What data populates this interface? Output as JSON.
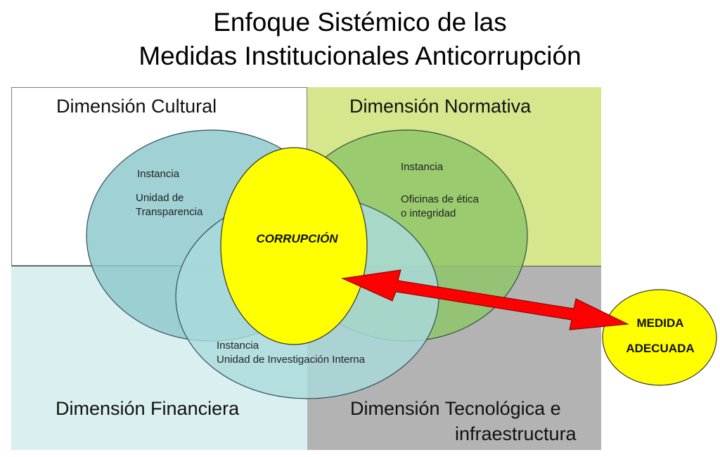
{
  "title": {
    "line1": "Enfoque Sistémico de las",
    "line2": "Medidas Institucionales Anticorrupción"
  },
  "dimensions": {
    "cultural": "Dimensión Cultural",
    "normativa": "Dimensión Normativa",
    "financiera": "Dimensión Financiera",
    "tecnologica_line1": "Dimensión Tecnológica e",
    "tecnologica_line2": "infraestructura"
  },
  "instances": {
    "transparencia": {
      "heading": "Instancia",
      "line1": "Unidad de",
      "line2": "Transparencia"
    },
    "etica": {
      "heading": "Instancia",
      "line1": "Oficinas de ética",
      "line2": "o integridad"
    },
    "investigacion": {
      "heading": "Instancia",
      "line1": "Unidad de Investigación Interna"
    }
  },
  "center": "CORRUPCIÓN",
  "measure": {
    "line1": "MEDIDA",
    "line2": "ADECUADA"
  },
  "colors": {
    "ellipse_blue": "#8fc9cc",
    "ellipse_green": "#8fc66a",
    "ellipse_bottom": "#a9dbdc",
    "corruption": "#ffff00",
    "arrow": "#ff0000"
  }
}
